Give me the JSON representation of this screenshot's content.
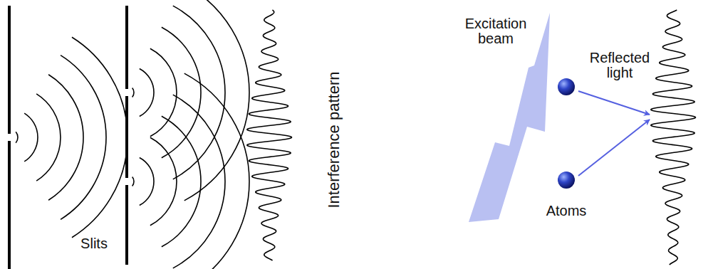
{
  "diagram": {
    "labels": [
      "Slits",
      "Interference pattern",
      "Excitation beam",
      "Reflected light",
      "Atoms"
    ]
  }
}
